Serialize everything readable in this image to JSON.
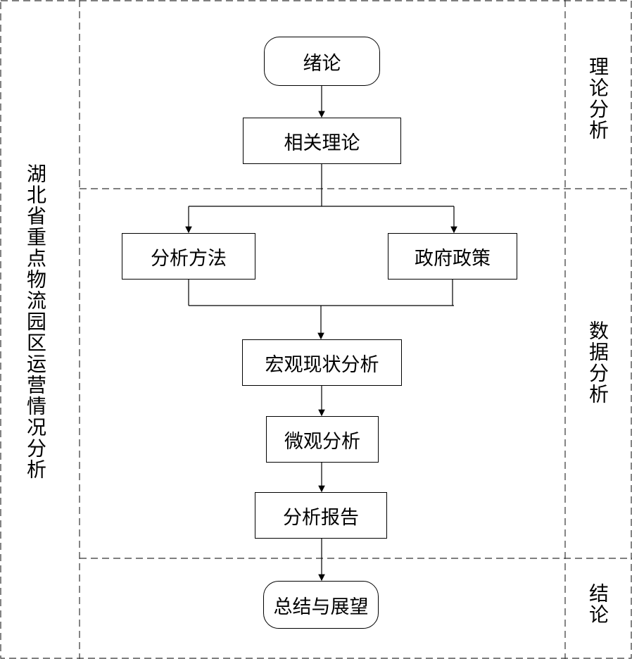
{
  "lanes": {
    "left": "湖北省重点物流园区运营情况分析",
    "right_1": "理论分析",
    "right_2": "数据分析",
    "right_3": "结论"
  },
  "nodes": {
    "intro": "绪论",
    "theory": "相关理论",
    "method": "分析方法",
    "policy": "政府政策",
    "macro": "宏观现状分析",
    "micro": "微观分析",
    "report": "分析报告",
    "conclusion": "总结与展望"
  }
}
